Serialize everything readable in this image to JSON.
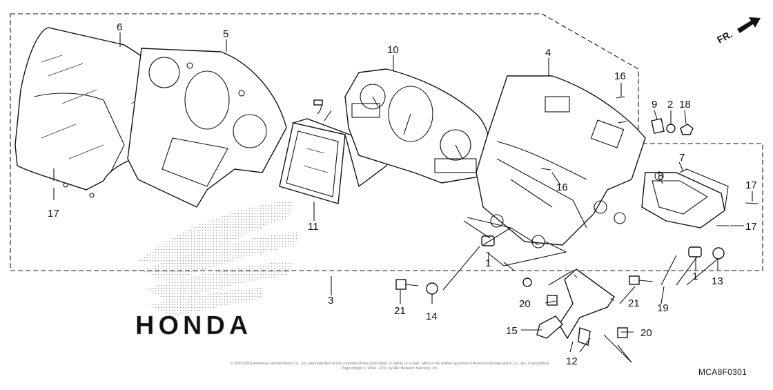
{
  "diagram": {
    "direction_label": "FR.",
    "diagram_code": "MCA8F0301",
    "copyright_line1": "© 2002-2013 American Honda Motor Co., Inc. Reproduction of the contents of this publication, in whole or in part, without the written approval of American Honda Motor Co., Inc. is prohibited.",
    "copyright_line2": "Page design © 2004 - 2011 by ARI Network Services, Inc.",
    "watermark_text": "HONDA",
    "callouts": [
      {
        "id": "c6",
        "label": "6"
      },
      {
        "id": "c5",
        "label": "5"
      },
      {
        "id": "c10",
        "label": "10"
      },
      {
        "id": "c4",
        "label": "4"
      },
      {
        "id": "c16a",
        "label": "16"
      },
      {
        "id": "c9",
        "label": "9"
      },
      {
        "id": "c2",
        "label": "2"
      },
      {
        "id": "c18",
        "label": "18"
      },
      {
        "id": "c16b",
        "label": "16"
      },
      {
        "id": "c8",
        "label": "8"
      },
      {
        "id": "c7",
        "label": "7"
      },
      {
        "id": "c17a",
        "label": "17"
      },
      {
        "id": "c17b",
        "label": "17"
      },
      {
        "id": "c17c",
        "label": "17"
      },
      {
        "id": "c11",
        "label": "11"
      },
      {
        "id": "c3",
        "label": "3"
      },
      {
        "id": "c1a",
        "label": "1"
      },
      {
        "id": "c1b",
        "label": "1"
      },
      {
        "id": "c13",
        "label": "13"
      },
      {
        "id": "c21a",
        "label": "21"
      },
      {
        "id": "c14",
        "label": "14"
      },
      {
        "id": "c20a",
        "label": "20"
      },
      {
        "id": "c21b",
        "label": "21"
      },
      {
        "id": "c19",
        "label": "19"
      },
      {
        "id": "c15",
        "label": "15"
      },
      {
        "id": "c20b",
        "label": "20"
      },
      {
        "id": "c12",
        "label": "12"
      }
    ]
  }
}
